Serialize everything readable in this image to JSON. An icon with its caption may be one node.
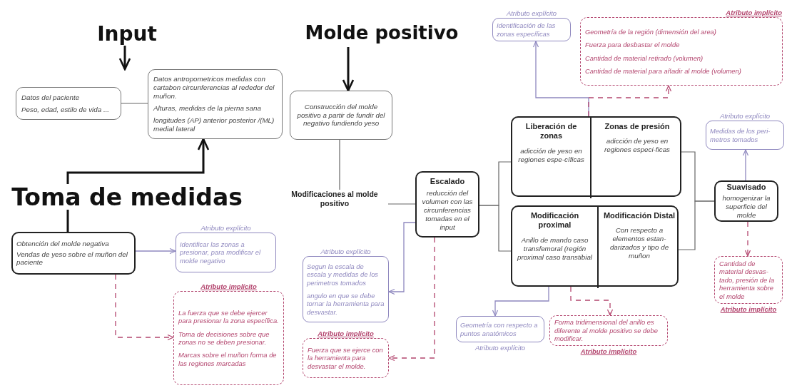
{
  "diagram": {
    "nodes": [
      {
        "text": [
          "Input"
        ]
      },
      {
        "text": [
          "Datos del paciente",
          "Peso, edad, estilo de vida ..."
        ]
      },
      {
        "text": [
          "Datos antropometricos medidas con cartabon circunferencias al rededor del muñon.",
          "Alturas, medidas de la pierna sana",
          "longitudes (AP) anterior posterior /(ML) medial lateral"
        ]
      },
      {
        "text": [
          "Toma de medidas"
        ]
      },
      {
        "text": [
          "Obtención del molde negativa",
          "Vendas de yeso sobre el muñon del paciente"
        ]
      },
      {
        "text": [
          "Atributo explícito",
          "Identificar las zonas a presionar, para modificar el molde negativo"
        ]
      },
      {
        "text": [
          "Atributo implícito",
          "La fuerza que se debe ejercer para presionar la zona específica.",
          "Toma de decisiones sobre que zonas no se deben presionar.",
          "Marcas sobre el muñon forma de las regiones marcadas"
        ]
      },
      {
        "text": [
          "Molde positivo"
        ]
      },
      {
        "text": [
          "Construcción del molde positivo a partir de fundir del negativo fundiendo yeso"
        ]
      },
      {
        "text": [
          "Modificaciones al molde positivo"
        ]
      },
      {
        "text": [
          "Escalado",
          "reducción del volumen con las circunferencias tomadas en el input"
        ]
      },
      {
        "text": [
          "Atributo explícito",
          "Segun la escala de escala y medidas de los perimetros tomados",
          "angulo en que se debe tornar la herramienta para desvastar."
        ]
      },
      {
        "text": [
          "Atributo implícito",
          "Fuerza que se ejerce con la herramienta para desvastar el molde."
        ]
      },
      {
        "text": [],
        "shape": "box"
      },
      {
        "text": [
          "Liberación de zonas",
          "adicción de yeso en regiones espe-cíficas"
        ],
        "in": 13
      },
      {
        "text": [
          "Zonas de presión",
          "adicción de yeso en regiones especi-ficas"
        ],
        "in": 13
      },
      {
        "text": [],
        "shape": "box"
      },
      {
        "text": [
          "Modificación proximal",
          "Anillo de mando caso transfemoral (región proximal caso transtibial"
        ],
        "in": 16
      },
      {
        "text": [
          "Modificación Distal",
          "Con respecto a elementos estan-darizados y tipo de muñon"
        ],
        "in": 16
      },
      {
        "text": [
          "Suavisado",
          "homogenizar la superficie del molde"
        ]
      },
      {
        "text": [
          "Atributo explícito",
          "Identificación de las zonas específicas"
        ]
      },
      {
        "text": [
          "Atributo implícito",
          "Geometría de la región (dimensión del area)",
          "Fuerza para desbastar el molde",
          "Cantidad de material retirado (volumen)",
          "Cantidad de material para añadir al molde  (volumen)"
        ]
      },
      {
        "text": [
          "Atributo explícito",
          "Medidas de los peri-metros tomados"
        ]
      },
      {
        "text": [
          "Cantidad de material desvas-tado, presión de la herramienta sobre el molde",
          "Atributo implícito"
        ]
      },
      {
        "text": [
          "Geometría con respecto a puntos anatómicos",
          "Atributo explícito"
        ]
      },
      {
        "text": [
          "Forma tridimensional del anillo es diferente al molde positivo se debe modificar.",
          "Atributo implícito"
        ]
      }
    ],
    "edges": [
      {
        "from": 0,
        "to": null,
        "arrow": "to",
        "style": "thick"
      },
      {
        "from": 1,
        "to": 2,
        "arrow": "none"
      },
      {
        "from": 3,
        "to": 2,
        "arrow": "to",
        "style": "thick"
      },
      {
        "from": 3,
        "to": 4,
        "arrow": "none",
        "style": "thick"
      },
      {
        "from": 4,
        "to": 5,
        "arrow": "to",
        "color": "#8f88bf"
      },
      {
        "from": 4,
        "to": 6,
        "arrow": "to",
        "style": "dashed",
        "color": "#b3456e"
      },
      {
        "from": 7,
        "to": 8,
        "arrow": "to",
        "style": "thick"
      },
      {
        "from": 8,
        "to": 9,
        "arrow": "none"
      },
      {
        "from": 9,
        "to": 10,
        "arrow": "none"
      },
      {
        "from": 10,
        "to": 11,
        "arrow": "to",
        "color": "#8f88bf"
      },
      {
        "from": 10,
        "to": 12,
        "arrow": "to",
        "style": "dashed",
        "color": "#b3456e"
      },
      {
        "from": 10,
        "to": 13,
        "arrow": "none"
      },
      {
        "from": 10,
        "to": 16,
        "arrow": "none"
      },
      {
        "from": 13,
        "to": 19,
        "arrow": "none"
      },
      {
        "from": 16,
        "to": 19,
        "arrow": "none"
      },
      {
        "from": 13,
        "to": 20,
        "arrow": "to",
        "color": "#8f88bf"
      },
      {
        "from": 13,
        "to": 21,
        "arrow": "to",
        "style": "dashed",
        "color": "#b3456e"
      },
      {
        "from": 19,
        "to": 22,
        "arrow": "to",
        "color": "#8f88bf"
      },
      {
        "from": 19,
        "to": 23,
        "arrow": "to",
        "style": "dashed",
        "color": "#b3456e"
      },
      {
        "from": 17,
        "to": 24,
        "arrow": "to",
        "color": "#8f88bf"
      },
      {
        "from": 17,
        "to": 25,
        "arrow": "to",
        "style": "dashed",
        "color": "#b3456e"
      }
    ]
  }
}
